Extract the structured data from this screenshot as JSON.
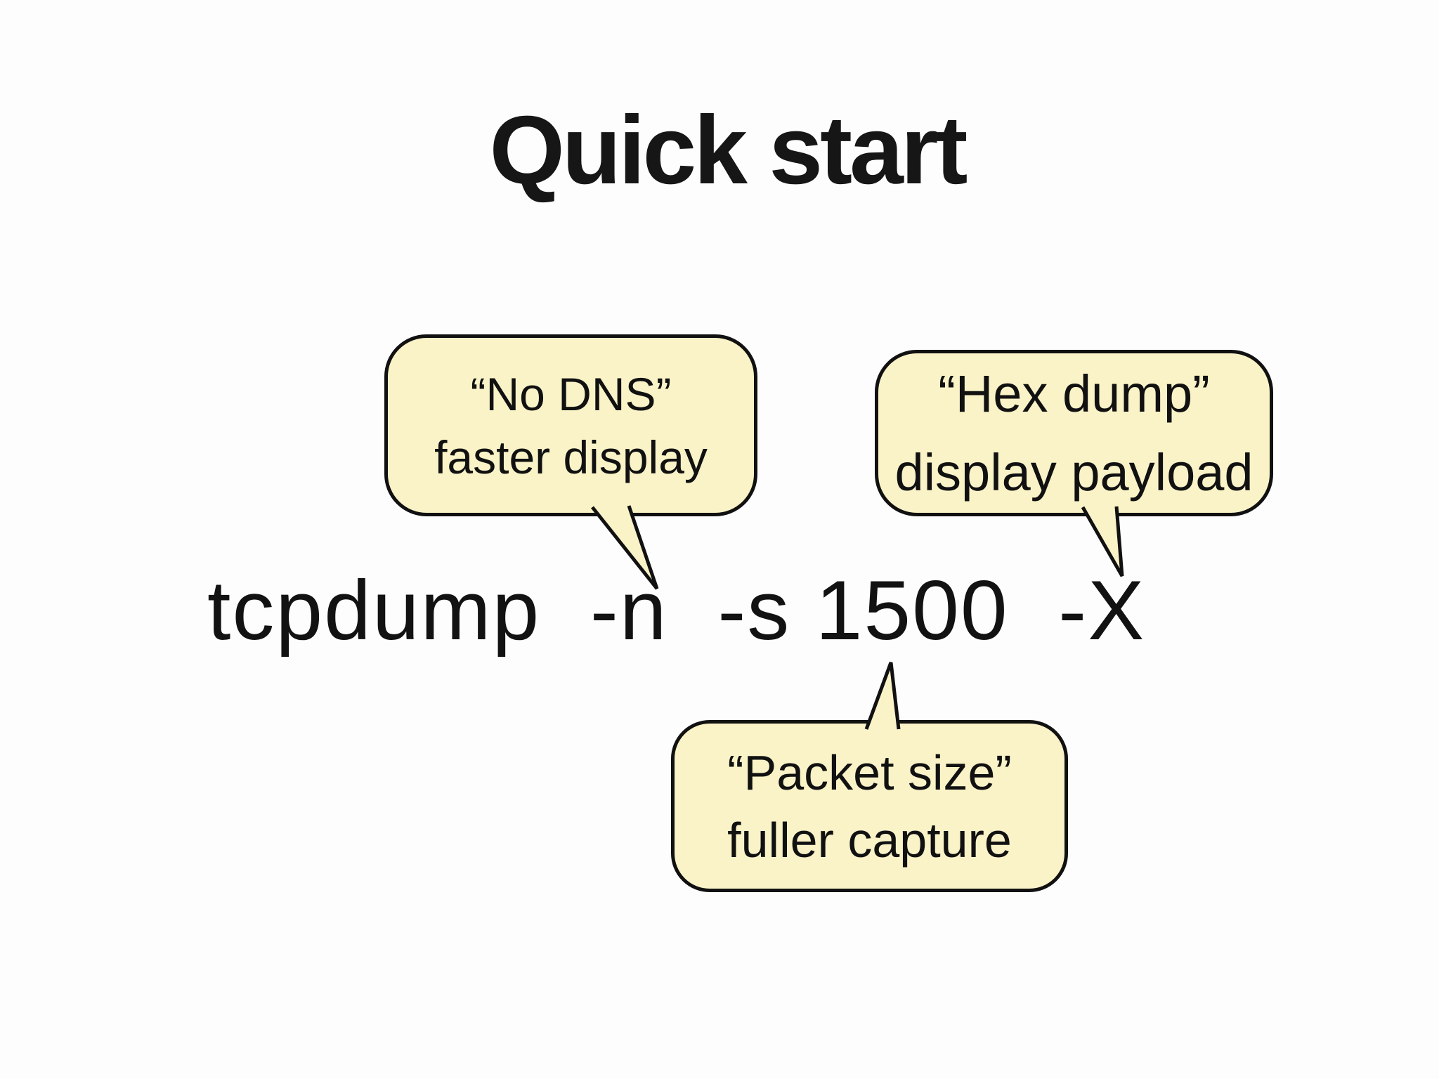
{
  "slide": {
    "title": "Quick start",
    "command": "tcpdump  -n  -s 1500  -X",
    "command_tokens": [
      "tcpdump",
      "-n",
      "-s 1500",
      "-X"
    ],
    "callouts": [
      {
        "id": "no-dns",
        "line1": "“No DNS”",
        "line2": "faster display",
        "points_to": "-n"
      },
      {
        "id": "hex-dump",
        "line1": "“Hex dump”",
        "line2": "display payload",
        "points_to": "-X"
      },
      {
        "id": "packet-size",
        "line1": "“Packet size”",
        "line2": "fuller capture",
        "points_to": "-s 1500"
      }
    ],
    "colors": {
      "background": "#fdfdfd",
      "bubble_fill": "#faf3c8",
      "bubble_border": "#111111",
      "text": "#111111"
    }
  }
}
